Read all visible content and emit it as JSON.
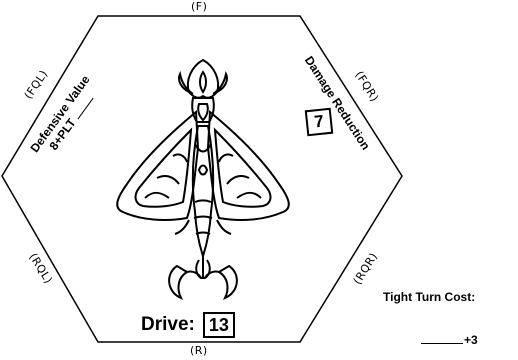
{
  "arcs": {
    "front": "(F)",
    "front_left": "(FQL)",
    "front_right": "(FQR)",
    "rear_left": "(RQL)",
    "rear_right": "(RQR)",
    "rear": "(R)"
  },
  "defensive": {
    "title": "Defensive Value",
    "formula": "8+PLT"
  },
  "damage_reduction": {
    "label": "Damage Reduction",
    "value": "7"
  },
  "drive": {
    "label": "Drive:",
    "value": "13"
  },
  "tight_turn": {
    "label": "Tight Turn Cost:",
    "value": "+3"
  }
}
